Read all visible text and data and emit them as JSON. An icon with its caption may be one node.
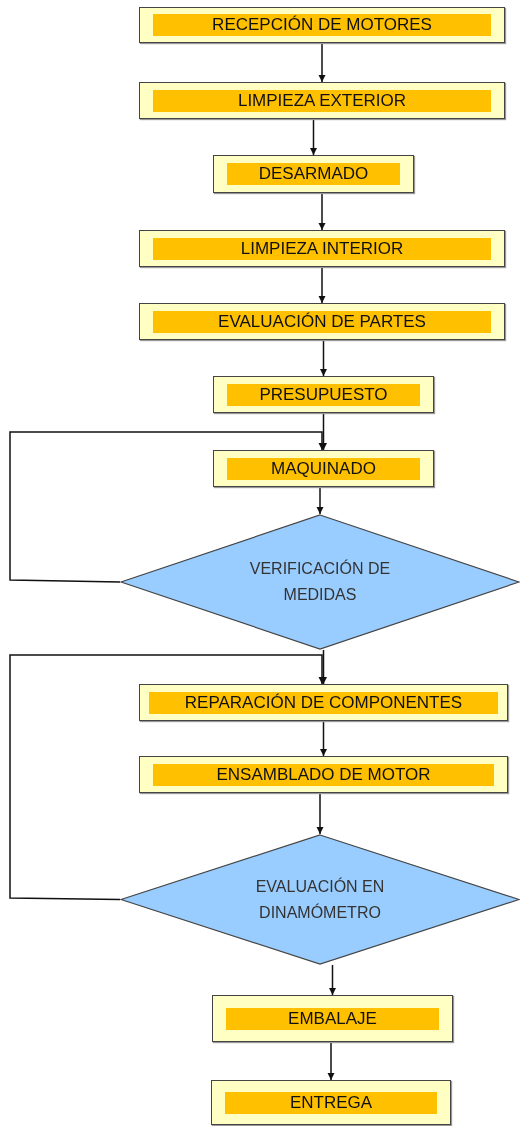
{
  "diagram": {
    "nodes": [
      {
        "text": [
          "RECEPCIÓN DE MOTORES"
        ]
      },
      {
        "text": [
          "LIMPIEZA EXTERIOR"
        ]
      },
      {
        "text": [
          "DESARMADO"
        ]
      },
      {
        "text": [
          "LIMPIEZA INTERIOR"
        ]
      },
      {
        "text": [
          "EVALUACIÓN DE PARTES"
        ]
      },
      {
        "text": [
          "PRESUPUESTO"
        ]
      },
      {
        "text": [
          "MAQUINADO"
        ]
      },
      {
        "text": [
          "VERIFICACIÓN DE MEDIDAS"
        ]
      },
      {
        "text": [
          "REPARACIÓN DE COMPONENTES"
        ]
      },
      {
        "text": [
          "ENSAMBLADO DE MOTOR"
        ]
      },
      {
        "text": [
          "EVALUACIÓN EN DINAMÓMETRO"
        ]
      },
      {
        "text": [
          "EMBALAJE"
        ]
      },
      {
        "text": [
          "ENTREGA"
        ]
      }
    ],
    "edges": [
      {
        "from": 0,
        "to": 1,
        "arrow": "to"
      },
      {
        "from": 1,
        "to": 2,
        "arrow": "to"
      },
      {
        "from": 2,
        "to": 3,
        "arrow": "to"
      },
      {
        "from": 3,
        "to": 4,
        "arrow": "to"
      },
      {
        "from": 4,
        "to": 5,
        "arrow": "to"
      },
      {
        "from": 5,
        "to": 6,
        "arrow": "to"
      },
      {
        "from": 6,
        "to": 7,
        "arrow": "to"
      },
      {
        "from": 7,
        "to": 6,
        "arrow": "to"
      },
      {
        "from": 7,
        "to": 8,
        "arrow": "to"
      },
      {
        "from": 8,
        "to": 9,
        "arrow": "to"
      },
      {
        "from": 9,
        "to": 10,
        "arrow": "to"
      },
      {
        "from": 10,
        "to": 8,
        "arrow": "to"
      },
      {
        "from": 10,
        "to": 11,
        "arrow": "to"
      },
      {
        "from": 11,
        "to": 12,
        "arrow": "to"
      }
    ]
  }
}
